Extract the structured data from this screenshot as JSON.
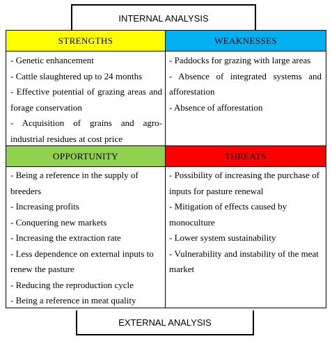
{
  "header": {
    "label": "INTERNAL ANALYSIS"
  },
  "footer": {
    "label": "EXTERNAL ANALYSIS"
  },
  "colors": {
    "strengths": "#ffff00",
    "weaknesses": "#00b0f0",
    "opportunity": "#92d050",
    "threats": "#ff0000"
  },
  "quadrants": {
    "strengths": {
      "title": "STRENGTHS",
      "items": [
        "- Genetic enhancement",
        "- Cattle slaughtered up to 24 months",
        "- Effective potential of grazing areas and forage conservation",
        "- Acquisition of grains and agro-industrial residues at cost price"
      ]
    },
    "weaknesses": {
      "title": "WEAKNESSES",
      "items": [
        "- Paddocks for grazing with large areas",
        "- Absence of integrated systems and afforestation",
        "- Absence of afforestation"
      ]
    },
    "opportunity": {
      "title": "OPPORTUNITY",
      "items": [
        "- Being a reference in the supply of breeders",
        "- Increasing profits",
        "- Conquering new markets",
        "- Increasing the extraction rate",
        "- Less dependence on external inputs to renew the pasture",
        "- Reducing the reproduction cycle",
        "- Being a reference in meat quality"
      ]
    },
    "threats": {
      "title": "THREATS",
      "items": [
        "- Possibility of increasing the purchase of inputs for pasture renewal",
        "- Mitigation of effects caused by monoculture",
        "- Lower system sustainability",
        "- Vulnerability and instability of the meat market"
      ]
    }
  }
}
